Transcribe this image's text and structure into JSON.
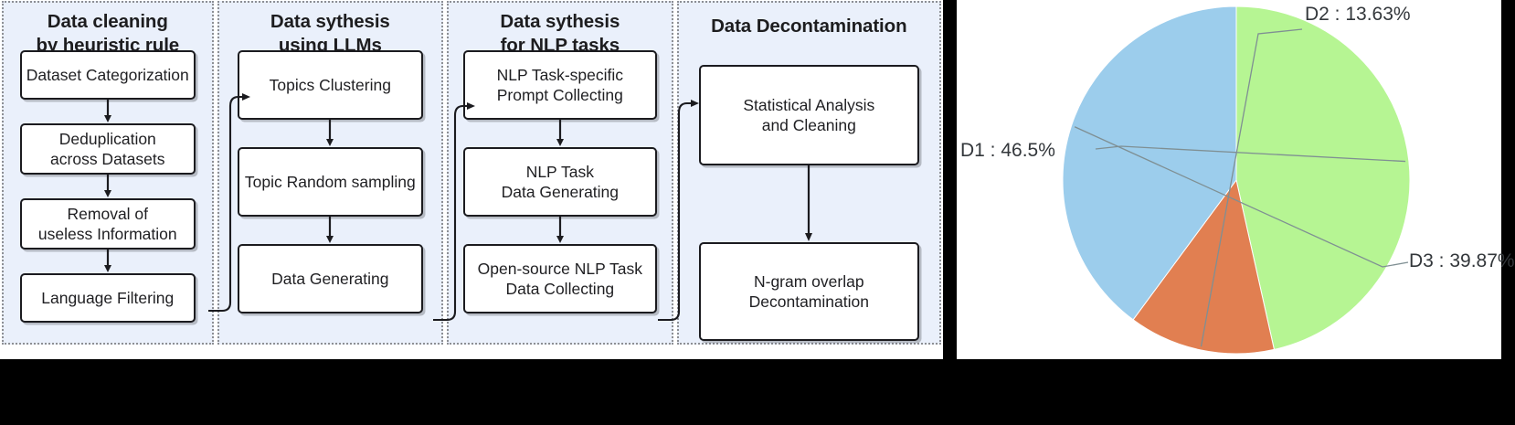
{
  "flowchart": {
    "panels": [
      {
        "id": "data-cleaning",
        "title_lines": [
          "Data cleaning",
          "by heuristic rule"
        ],
        "nodes": [
          {
            "lines": [
              "Dataset Categorization"
            ]
          },
          {
            "lines": [
              "Deduplication",
              "across Datasets"
            ]
          },
          {
            "lines": [
              "Removal of",
              "useless Information"
            ]
          },
          {
            "lines": [
              "Language Filtering"
            ]
          }
        ]
      },
      {
        "id": "data-synthesis-llms",
        "title_lines": [
          "Data sythesis",
          "using LLMs"
        ],
        "nodes": [
          {
            "lines": [
              "Topics Clustering"
            ]
          },
          {
            "lines": [
              "Topic Random sampling"
            ]
          },
          {
            "lines": [
              "Data Generating"
            ]
          }
        ]
      },
      {
        "id": "data-synthesis-nlp",
        "title_lines": [
          "Data sythesis",
          "for NLP tasks"
        ],
        "nodes": [
          {
            "lines": [
              "NLP Task-specific",
              "Prompt Collecting"
            ]
          },
          {
            "lines": [
              "NLP Task",
              "Data Generating"
            ]
          },
          {
            "lines": [
              "Open-source NLP Task",
              "Data Collecting"
            ]
          }
        ]
      },
      {
        "id": "data-decontamination",
        "title_lines": [
          "Data Decontamination"
        ],
        "nodes": [
          {
            "lines": [
              "Statistical Analysis",
              "and Cleaning"
            ]
          },
          {
            "lines": [
              "N-gram overlap",
              "Decontamination"
            ]
          }
        ]
      }
    ],
    "colors": {
      "panel_background": "#eaf0fb",
      "panel_border": "#8d8f94",
      "node_border": "#1b1b1f",
      "node_background": "#ffffff",
      "text": "#1f1f22"
    }
  },
  "chart_data": {
    "type": "pie",
    "title": "",
    "labels": [
      "D1",
      "D2",
      "D3"
    ],
    "label_texts": [
      "D1 : 46.5%",
      "D2 : 13.63%",
      "D3 : 39.87%"
    ],
    "values": [
      46.5,
      13.63,
      39.87
    ],
    "colors": [
      "#b6f593",
      "#e17f51",
      "#9ccdec"
    ],
    "legend": "none",
    "startangle_deg": 90,
    "direction": "clockwise",
    "grid": false
  }
}
